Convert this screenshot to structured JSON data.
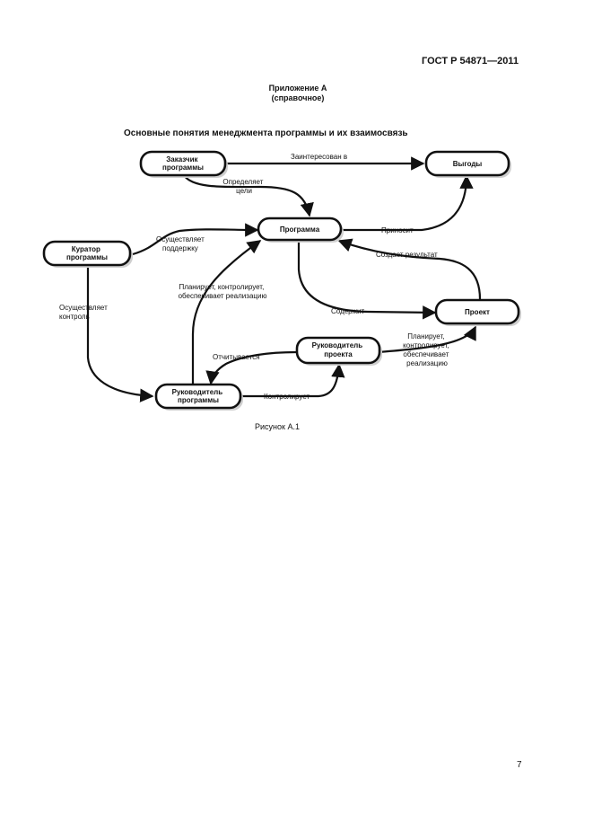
{
  "header": {
    "doc_id": "ГОСТ Р 54871—2011"
  },
  "annex": {
    "title": "Приложение А",
    "subtitle": "(справочное)"
  },
  "figure": {
    "title": "Основные понятия менеджмента программы и их взаимосвязь",
    "caption": "Рисунок А.1"
  },
  "diagram": {
    "nodes": {
      "customer": [
        "Заказчик",
        "программы"
      ],
      "benefits": [
        "Выгоды"
      ],
      "program": [
        "Программа"
      ],
      "curator": [
        "Куратор",
        "программы"
      ],
      "project": [
        "Проект"
      ],
      "project_manager": [
        "Руководитель",
        "проекта"
      ],
      "program_manager": [
        "Руководитель",
        "программы"
      ]
    },
    "edges": {
      "interested_in": [
        "Заинтересован в"
      ],
      "defines_goals": [
        "Определяет",
        "цели"
      ],
      "brings": [
        "Приносит"
      ],
      "provides_support": [
        "Осуществляет",
        "поддержку"
      ],
      "creates_result": [
        "Создает результат"
      ],
      "plans_program": [
        "Планирует, контролирует,",
        "обеспечивает реализацию"
      ],
      "contains": [
        "Содержит"
      ],
      "exercises_control": [
        "Осуществляет",
        "контроль"
      ],
      "reports": [
        "Отчитывается"
      ],
      "plans_project": [
        "Планирует,",
        "контролирует,",
        "обеспечивает",
        "реализацию"
      ],
      "controls": [
        "Контролирует"
      ]
    }
  },
  "page_number": "7"
}
